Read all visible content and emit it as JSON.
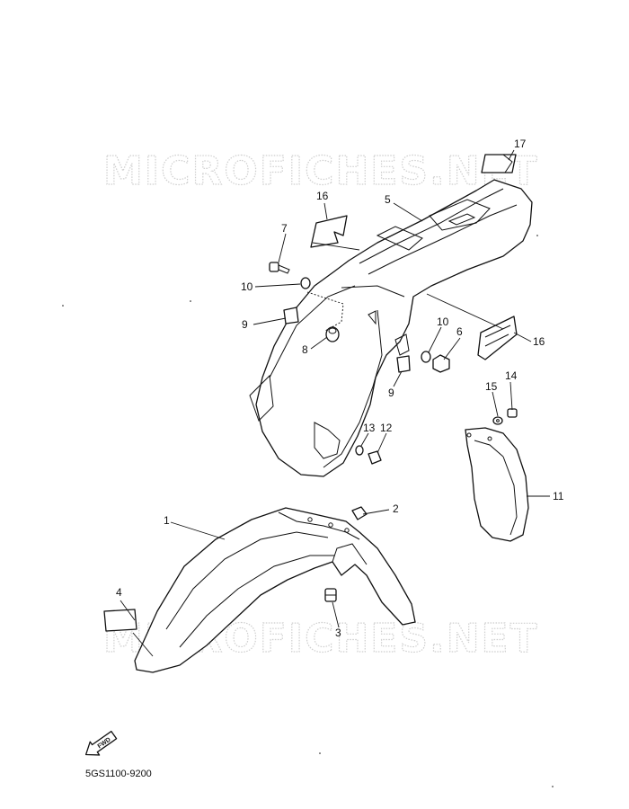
{
  "watermarks": [
    "MICROFICHES.NET",
    "MICROFICHES.NET"
  ],
  "callouts": [
    "1",
    "2",
    "3",
    "4",
    "5",
    "6",
    "7",
    "8",
    "9",
    "9",
    "10",
    "10",
    "11",
    "12",
    "13",
    "14",
    "15",
    "16",
    "16",
    "17"
  ],
  "fwd_label": "FWD",
  "drawing_code": "5GS1100-9200"
}
